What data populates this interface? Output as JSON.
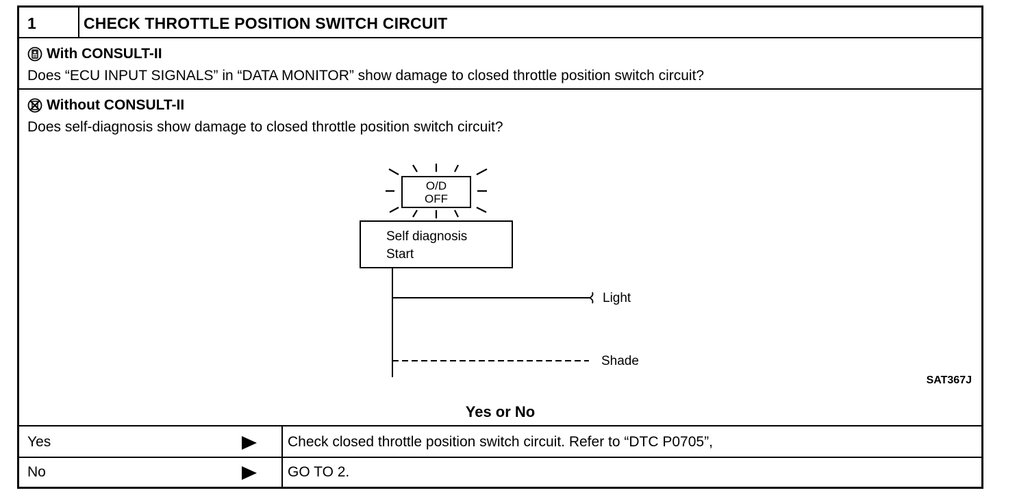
{
  "step": {
    "number": "1",
    "title": "CHECK THROTTLE POSITION SWITCH CIRCUIT"
  },
  "with_consult": {
    "heading": "With CONSULT-II",
    "icon": "consult-tester-icon",
    "question": "Does “ECU INPUT SIGNALS” in “DATA MONITOR” show damage to closed throttle position switch circuit?"
  },
  "without_consult": {
    "heading": "Without CONSULT-II",
    "icon": "no-consult-icon",
    "question": "Does self-diagnosis show damage to closed throttle position switch circuit?"
  },
  "diagram": {
    "lamp_line1": "O/D",
    "lamp_line2": "OFF",
    "box_line1": "Self diagnosis",
    "box_line2": "Start",
    "light_label": "Light",
    "shade_label": "Shade",
    "code": "SAT367J"
  },
  "decision": {
    "prompt": "Yes or No",
    "yes_label": "Yes",
    "yes_action": "Check closed throttle position switch circuit. Refer to “DTC P0705”,",
    "no_label": "No",
    "no_action": "GO TO 2."
  }
}
